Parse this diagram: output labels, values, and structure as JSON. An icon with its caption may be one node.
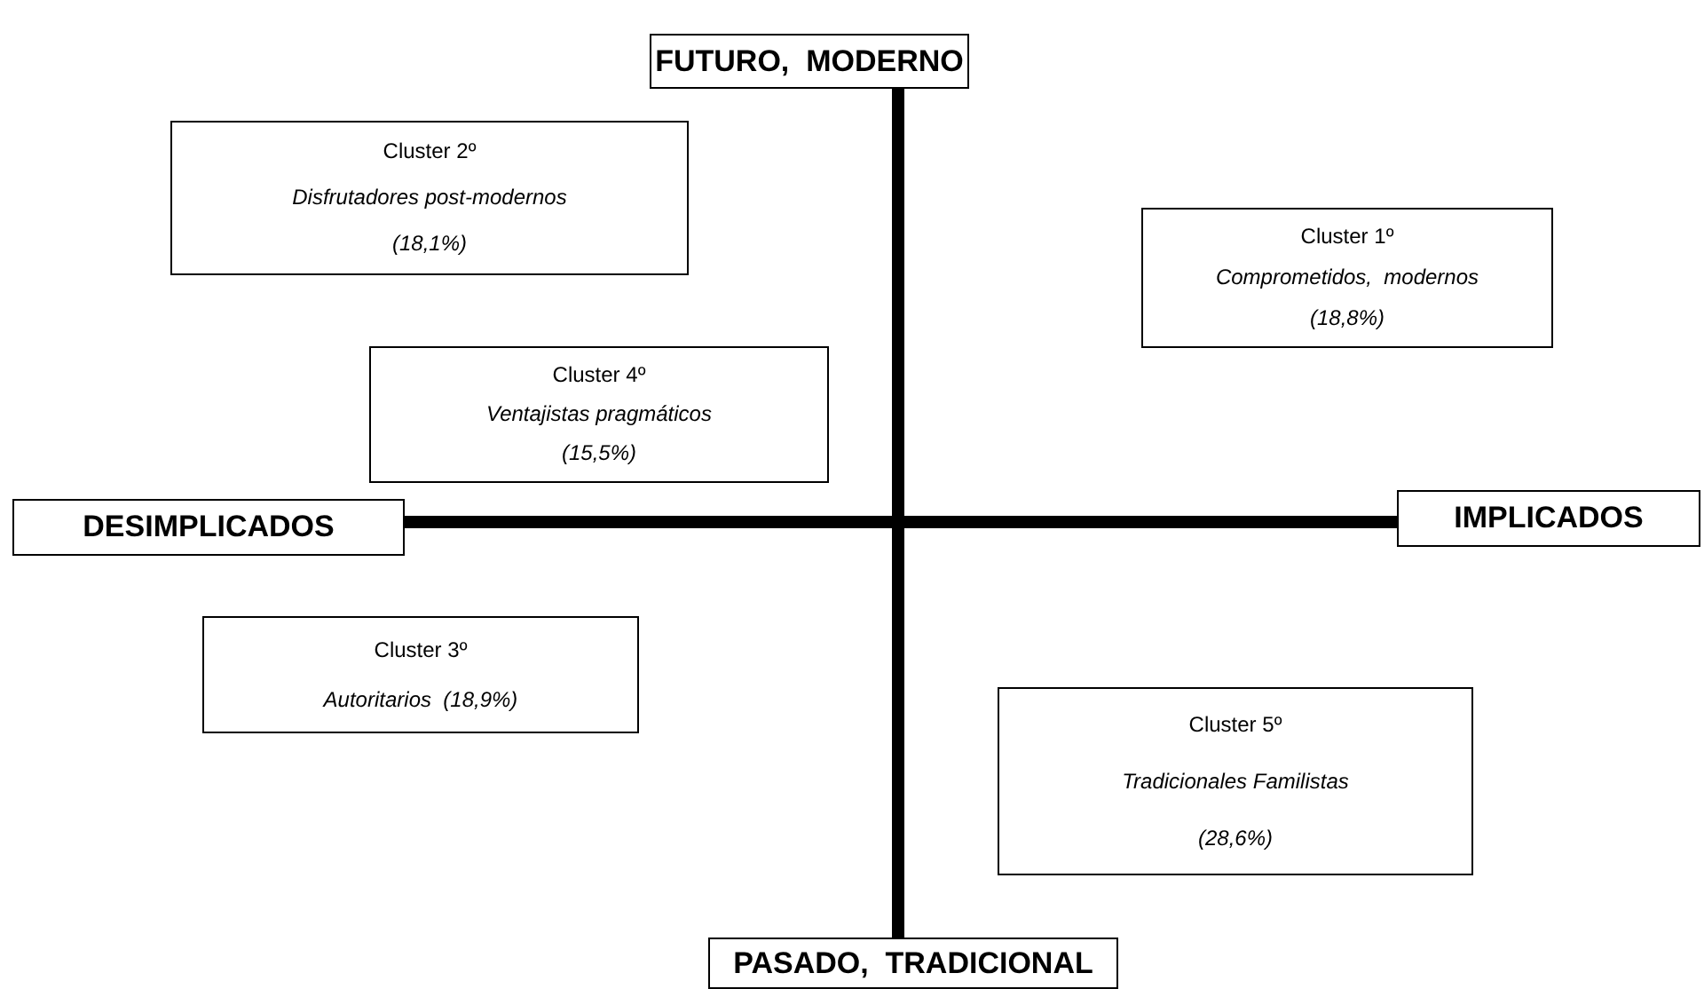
{
  "diagram": {
    "nodes": [
      {
        "text": [
          "FUTURO,  MODERNO"
        ]
      },
      {
        "text": [
          "Cluster 2º",
          "Disfrutadores post-modernos",
          "(18,1%)"
        ]
      },
      {
        "text": [
          "Cluster 1º",
          "Comprometidos,  modernos",
          "(18,8%)"
        ]
      },
      {
        "text": [
          "Cluster 4º",
          "Ventajistas pragmáticos",
          "(15,5%)"
        ]
      },
      {
        "text": [
          "DESIMPLICADOS"
        ]
      },
      {
        "text": [
          "IMPLICADOS"
        ]
      },
      {
        "text": [
          "Cluster 3º",
          "Autoritarios  (18,9%)"
        ]
      },
      {
        "text": [
          "Cluster 5º",
          "Tradicionales Familistas",
          "(28,6%)"
        ]
      },
      {
        "text": [
          "PASADO,  TRADICIONAL"
        ]
      }
    ],
    "edges": [
      {
        "from": 0,
        "to": 8,
        "arrow": "none"
      },
      {
        "from": 4,
        "to": 5,
        "arrow": "none"
      }
    ]
  }
}
